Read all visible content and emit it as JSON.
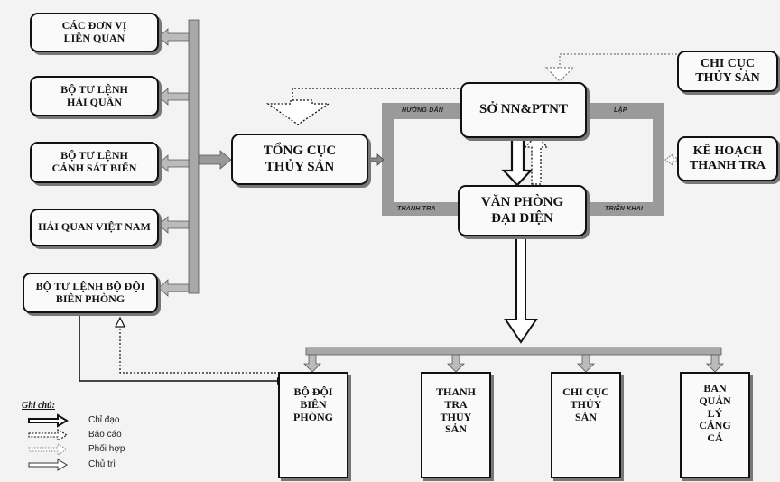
{
  "nodes": {
    "cac_don_vi": "CÁC ĐƠN VỊ\nLIÊN QUAN",
    "bo_tu_lenh_hai_quan": "BỘ TƯ LỆNH\nHẢI QUÂN",
    "bo_tu_lenh_canh_sat_bien": "BỘ TƯ LỆNH\nCẢNH SÁT BIỂN",
    "hai_quan_viet_nam": "HẢI QUAN VIỆT NAM",
    "bo_tu_lenh_bo_doi_bien_phong": "BỘ TƯ LỆNH BỘ ĐỘI\nBIÊN PHÒNG",
    "tong_cuc_thuy_san": "TỔNG CỤC\nTHỦY SẢN",
    "so_nn_ptnt": "SỞ NN&PTNT",
    "van_phong_dai_dien": "VĂN PHÒNG\nĐẠI DIỆN",
    "chi_cuc_thuy_san_top": "CHI CỤC\nTHỦY SẢN",
    "ke_hoach_thanh_tra": "KẾ HOẠCH\nTHANH TRA",
    "bo_doi_bien_phong": "BỘ ĐỘI\nBIÊN\nPHÒNG",
    "thanh_tra_thuy_san": "THANH\nTRA\nTHỦY\nSẢN",
    "chi_cuc_thuy_san_bottom": "CHI CỤC\nTHỦY\nSẢN",
    "ban_quan_ly_cang_ca": "BAN\nQUẢN\nLÝ\nCẢNG\nCÁ"
  },
  "frame_labels": {
    "huong_dan": "Hướng dẫn",
    "lap": "Lập",
    "thanh_tra": "Thanh tra",
    "trien_khai": "Triển khai"
  },
  "legend": {
    "title": "Ghi chú:",
    "items": [
      {
        "label": "Chỉ đạo",
        "style": "bold-outline"
      },
      {
        "label": "Báo cáo",
        "style": "dotted"
      },
      {
        "label": "Phối hợp",
        "style": "light-dotted"
      },
      {
        "label": "Chủ trì",
        "style": "thin-outline"
      }
    ]
  },
  "colors": {
    "frame": "#9a9a9a",
    "bus": "#a8a8a8",
    "line": "#111111"
  }
}
